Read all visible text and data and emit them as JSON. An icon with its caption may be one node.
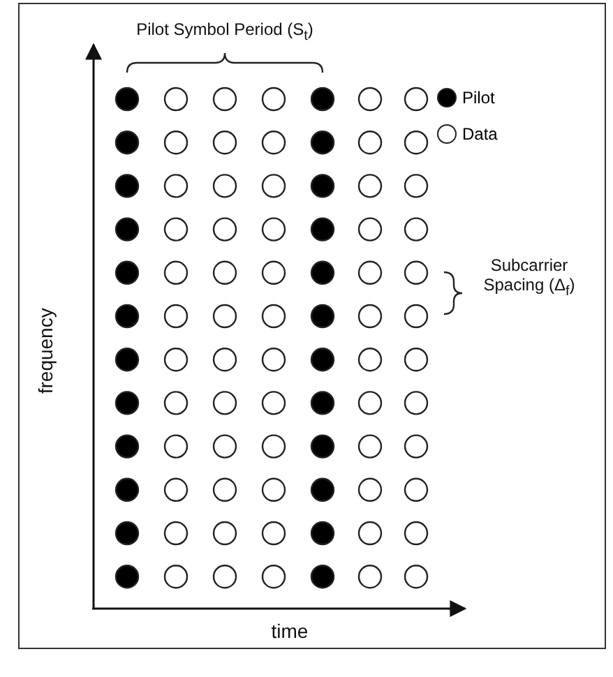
{
  "diagram": {
    "labels": [
      "Pilot Symbol Period (S$_{t}$)",
      "Subcarrier Spacing (Δ$_{f}$)",
      "frequency",
      "time"
    ],
    "legend": [
      {
        "text": "Pilot"
      },
      {
        "text": "Data"
      }
    ]
  }
}
